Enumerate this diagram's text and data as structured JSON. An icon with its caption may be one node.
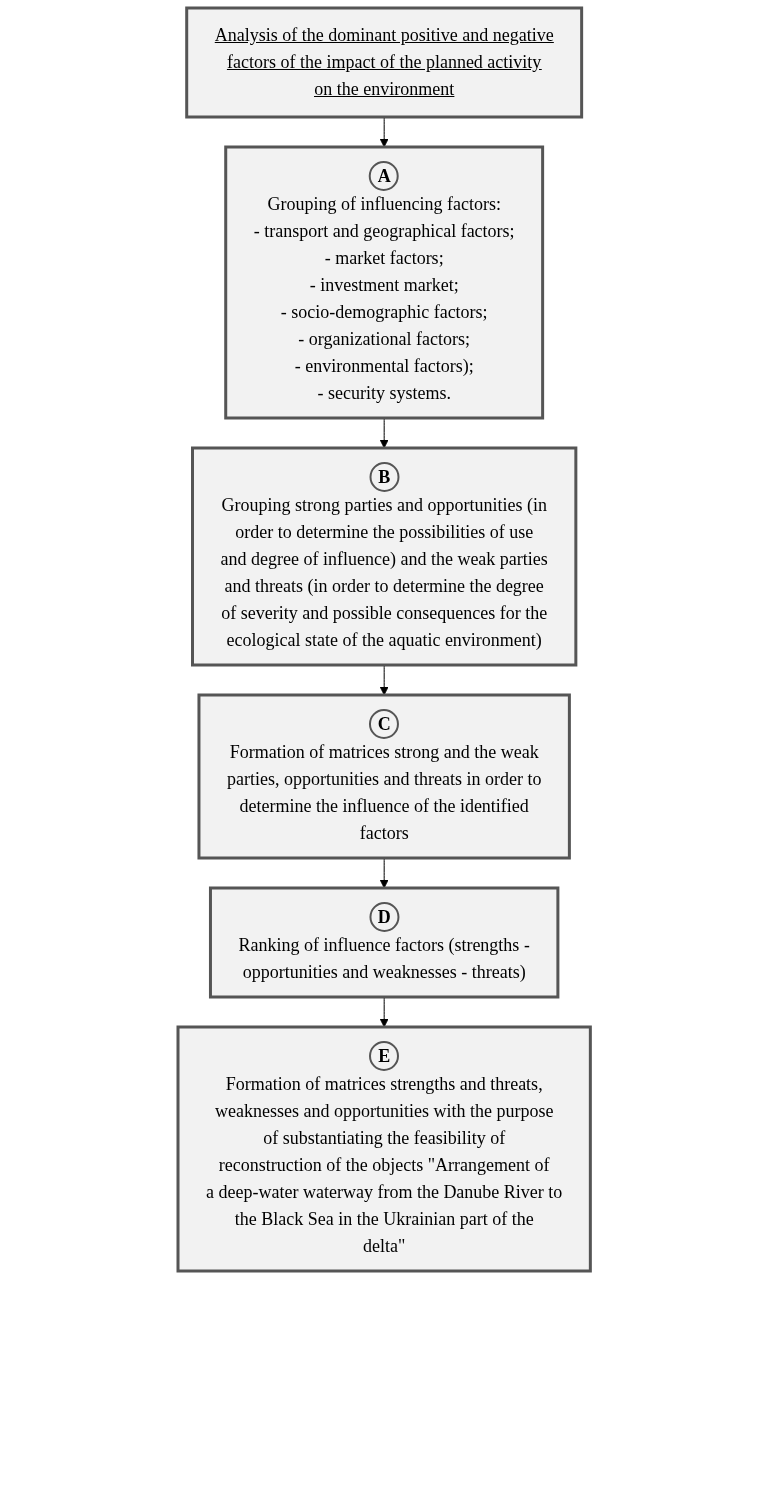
{
  "diagram": {
    "nodes": [
      {
        "text": [
          "Analysis of the dominant positive and negative factors of the impact of the planned activity on the environment"
        ]
      },
      {
        "text": [
          "A",
          "Grouping of influencing factors:",
          "- transport and geographical factors;",
          "- market factors;",
          "- investment market;",
          "- socio-demographic factors;",
          "- organizational factors;",
          "- environmental factors);",
          "- security systems."
        ]
      },
      {
        "text": [
          "B",
          "Grouping strong parties and opportunities (in order to determine the possibilities of use and degree of influence) and the weak parties and threats (in order to determine the degree of severity and possible consequences for the ecological state of the aquatic environment)"
        ]
      },
      {
        "text": [
          "C",
          "Formation of matrices strong and the weak parties, opportunities and threats in order to determine the influence of the identified factors"
        ]
      },
      {
        "text": [
          "D",
          "Ranking of influence factors (strengths - opportunities and weaknesses - threats)"
        ]
      },
      {
        "text": [
          "E",
          "Formation of matrices strengths and threats, weaknesses and opportunities with the purpose of substantiating the feasibility of reconstruction of the objects \"Arrangement of a deep-water waterway from the Danube River to the Black Sea in the Ukrainian part of the delta\""
        ]
      }
    ],
    "edges": [
      {
        "from": 0,
        "to": 1,
        "arrow": "to"
      },
      {
        "from": 1,
        "to": 2,
        "arrow": "to"
      },
      {
        "from": 2,
        "to": 3,
        "arrow": "to"
      },
      {
        "from": 3,
        "to": 4,
        "arrow": "to"
      },
      {
        "from": 4,
        "to": 5,
        "arrow": "to"
      }
    ]
  }
}
